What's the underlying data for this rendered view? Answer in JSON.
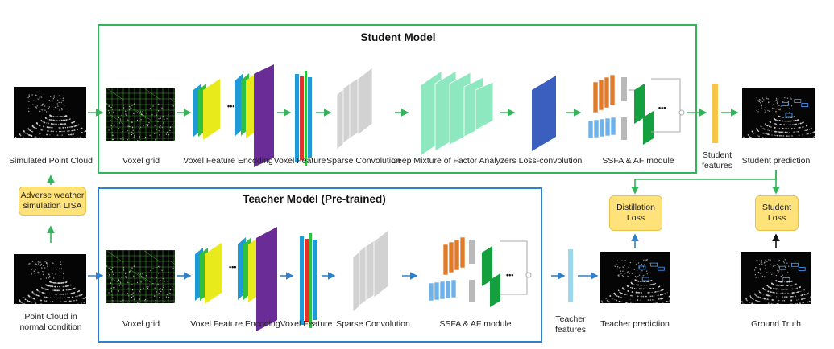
{
  "student": {
    "title": "Student Model",
    "labels": {
      "voxel_grid": "Voxel grid",
      "vfe": "Voxel Feature Encoding",
      "voxel_feature": "Voxel Feature",
      "sparse_conv": "Sparse Convolution",
      "dmfa": "Deep Mixture of Factor Analyzers",
      "loss_conv": "Loss-convolution",
      "ssfa": "SSFA & AF module"
    },
    "features_label": "Student features",
    "prediction_label": "Student prediction"
  },
  "teacher": {
    "title": "Teacher Model (Pre-trained)",
    "labels": {
      "voxel_grid": "Voxel grid",
      "vfe": "Voxel Feature Encoding",
      "voxel_feature": "Voxel Feature",
      "sparse_conv": "Sparse Convolution",
      "ssfa": "SSFA & AF module"
    },
    "features_label": "Teacher features",
    "prediction_label": "Teacher prediction"
  },
  "inputs": {
    "simulated": "Simulated Point Cloud",
    "lisa": "Adverse weather simulation LISA",
    "normal": "Point Cloud in normal condition"
  },
  "losses": {
    "distillation": "Distillation Loss",
    "student_loss": "Student Loss"
  },
  "ground_truth": "Ground Truth",
  "ellipsis": "•••",
  "colors": {
    "student_frame": "#33b35a",
    "teacher_frame": "#2f80c8",
    "green_arrow": "#33b35a",
    "blue_arrow": "#2f80c8",
    "black_arrow": "#111111",
    "pill_fill": "#ffe27a",
    "vfe_blue": "#1e9ad6",
    "vfe_green": "#2fc03f",
    "vfe_yellow": "#e8ea1c",
    "vfe_purple": "#6a2c96",
    "sparse_gray": "#d2d2d2",
    "dmfa_mint": "#8ee8bf",
    "loss_conv_blue": "#3a5fbf",
    "ssfa_orange": "#e07b2a",
    "ssfa_blue": "#6fb2ea",
    "ssfa_green": "#14a03e",
    "ssfa_gray": "#b9b9b9",
    "student_feat": "#f5c64a",
    "teacher_feat": "#9ad9ee"
  }
}
